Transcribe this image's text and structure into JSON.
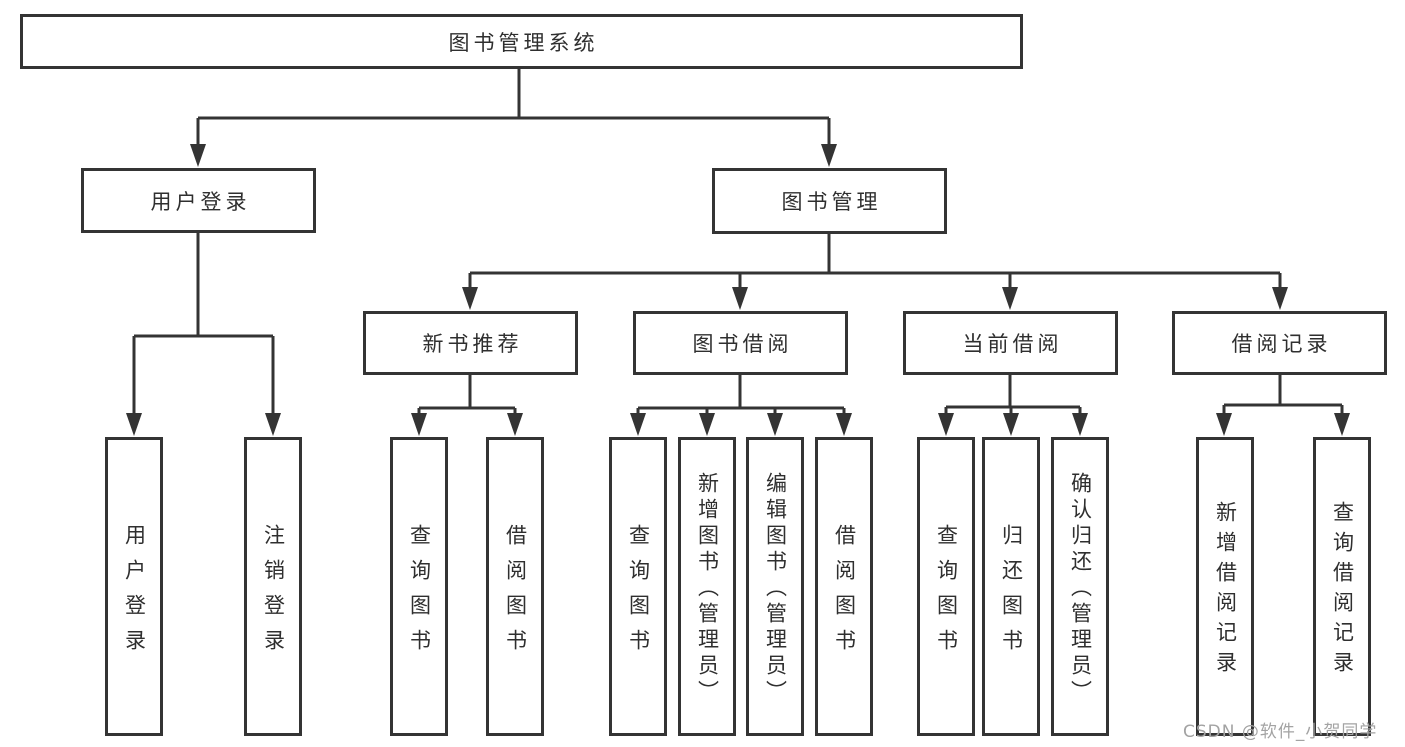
{
  "diagram_title": "图书管理系统",
  "tree": {
    "root": {
      "label": "图书管理系统"
    },
    "children": [
      {
        "label": "用户登录",
        "children": [
          {
            "label": "用户登录"
          },
          {
            "label": "注销登录"
          }
        ]
      },
      {
        "label": "图书管理",
        "children": [
          {
            "label": "新书推荐",
            "children": [
              {
                "label": "查询图书"
              },
              {
                "label": "借阅图书"
              }
            ]
          },
          {
            "label": "图书借阅",
            "children": [
              {
                "label": "查询图书"
              },
              {
                "label": "新增图书（管理员）"
              },
              {
                "label": "编辑图书（管理员）"
              },
              {
                "label": "借阅图书"
              }
            ]
          },
          {
            "label": "当前借阅",
            "children": [
              {
                "label": "查询图书"
              },
              {
                "label": "归还图书"
              },
              {
                "label": "确认归还（管理员）"
              }
            ]
          },
          {
            "label": "借阅记录",
            "children": [
              {
                "label": "新增借阅记录"
              },
              {
                "label": "查询借阅记录"
              }
            ]
          }
        ]
      }
    ]
  },
  "watermark": {
    "text": "CSDN @软件_小贺同学"
  },
  "colors": {
    "line": "#343434",
    "text": "#2f2f2f",
    "watermark": "#a3a3a3",
    "background": "#ffffff"
  }
}
